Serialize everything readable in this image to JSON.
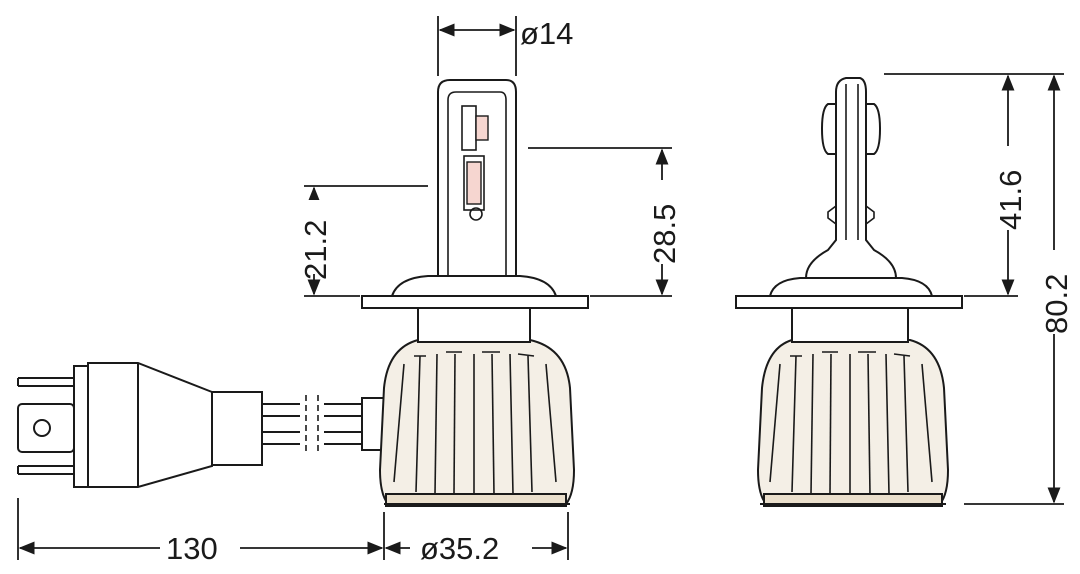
{
  "dimensions": {
    "diameter_top": "ø14",
    "height_left": "21.2",
    "height_center": "28.5",
    "height_right_inner": "41.6",
    "height_right_outer": "80.2",
    "cable_length": "130",
    "diameter_base": "ø35.2"
  },
  "colors": {
    "line": "#1a1a1a",
    "body": "#f4efe6",
    "base": "#eadfcc",
    "led": "#f6d6d0"
  }
}
